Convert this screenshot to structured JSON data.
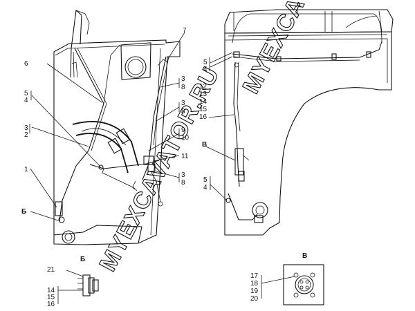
{
  "watermark": "MYEXCAVATOR.RU",
  "view_labels": {
    "a": "А",
    "b": "Б",
    "v_detail": "В",
    "v_callout": "В"
  },
  "callouts": {
    "c1": "1",
    "c2": "2",
    "c3a": "3",
    "c3b": "3",
    "c3c": "3",
    "c3d": "3",
    "c4a": "4",
    "c4b": "4",
    "c4c": "4",
    "c5a": "5",
    "c5b": "5",
    "c5c": "5",
    "c6": "6",
    "c7": "7",
    "c8a": "8",
    "c8b": "8",
    "c8c": "8",
    "c9": "9",
    "c10": "10",
    "c11": "11",
    "c12": "12",
    "c13": "13",
    "c14a": "14",
    "c15a": "15",
    "c16a": "16",
    "c14b": "14",
    "c15b": "15",
    "c16b": "16",
    "c17": "17",
    "c18": "18",
    "c19": "19",
    "c20": "20",
    "c21": "21"
  }
}
